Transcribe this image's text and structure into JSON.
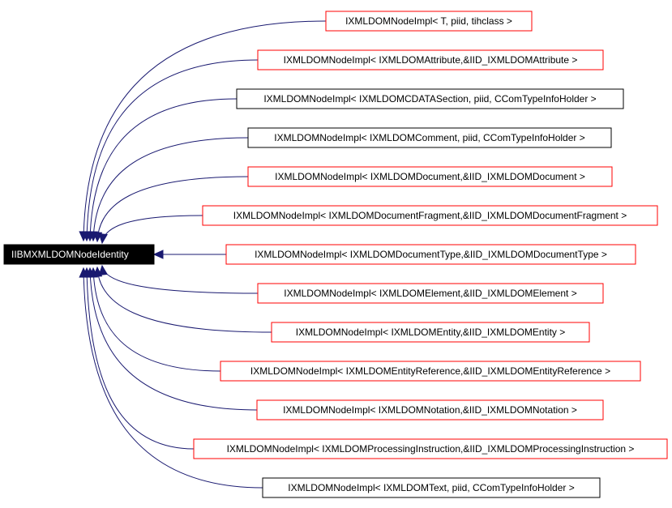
{
  "diagram": {
    "root": {
      "label": "IIBMXMLDOMNodeIdentity",
      "fill_color": "#000000",
      "text_color": "#ffffff"
    },
    "edge_color": "#191970",
    "border_colors": {
      "red": "#ff0000",
      "black": "#000000"
    },
    "nodes": [
      {
        "label": "IXMLDOMNodeImpl< T, piid, tihclass >",
        "border": "red"
      },
      {
        "label": "IXMLDOMNodeImpl< IXMLDOMAttribute,&IID_IXMLDOMAttribute >",
        "border": "red"
      },
      {
        "label": "IXMLDOMNodeImpl< IXMLDOMCDATASection, piid, CComTypeInfoHolder >",
        "border": "black"
      },
      {
        "label": "IXMLDOMNodeImpl< IXMLDOMComment, piid, CComTypeInfoHolder >",
        "border": "black"
      },
      {
        "label": "IXMLDOMNodeImpl< IXMLDOMDocument,&IID_IXMLDOMDocument >",
        "border": "red"
      },
      {
        "label": "IXMLDOMNodeImpl< IXMLDOMDocumentFragment,&IID_IXMLDOMDocumentFragment >",
        "border": "red"
      },
      {
        "label": "IXMLDOMNodeImpl< IXMLDOMDocumentType,&IID_IXMLDOMDocumentType >",
        "border": "red"
      },
      {
        "label": "IXMLDOMNodeImpl< IXMLDOMElement,&IID_IXMLDOMElement >",
        "border": "red"
      },
      {
        "label": "IXMLDOMNodeImpl< IXMLDOMEntity,&IID_IXMLDOMEntity >",
        "border": "red"
      },
      {
        "label": "IXMLDOMNodeImpl< IXMLDOMEntityReference,&IID_IXMLDOMEntityReference >",
        "border": "red"
      },
      {
        "label": "IXMLDOMNodeImpl< IXMLDOMNotation,&IID_IXMLDOMNotation >",
        "border": "red"
      },
      {
        "label": "IXMLDOMNodeImpl< IXMLDOMProcessingInstruction,&IID_IXMLDOMProcessingInstruction >",
        "border": "red"
      },
      {
        "label": "IXMLDOMNodeImpl< IXMLDOMText, piid, CComTypeInfoHolder >",
        "border": "black"
      }
    ]
  }
}
